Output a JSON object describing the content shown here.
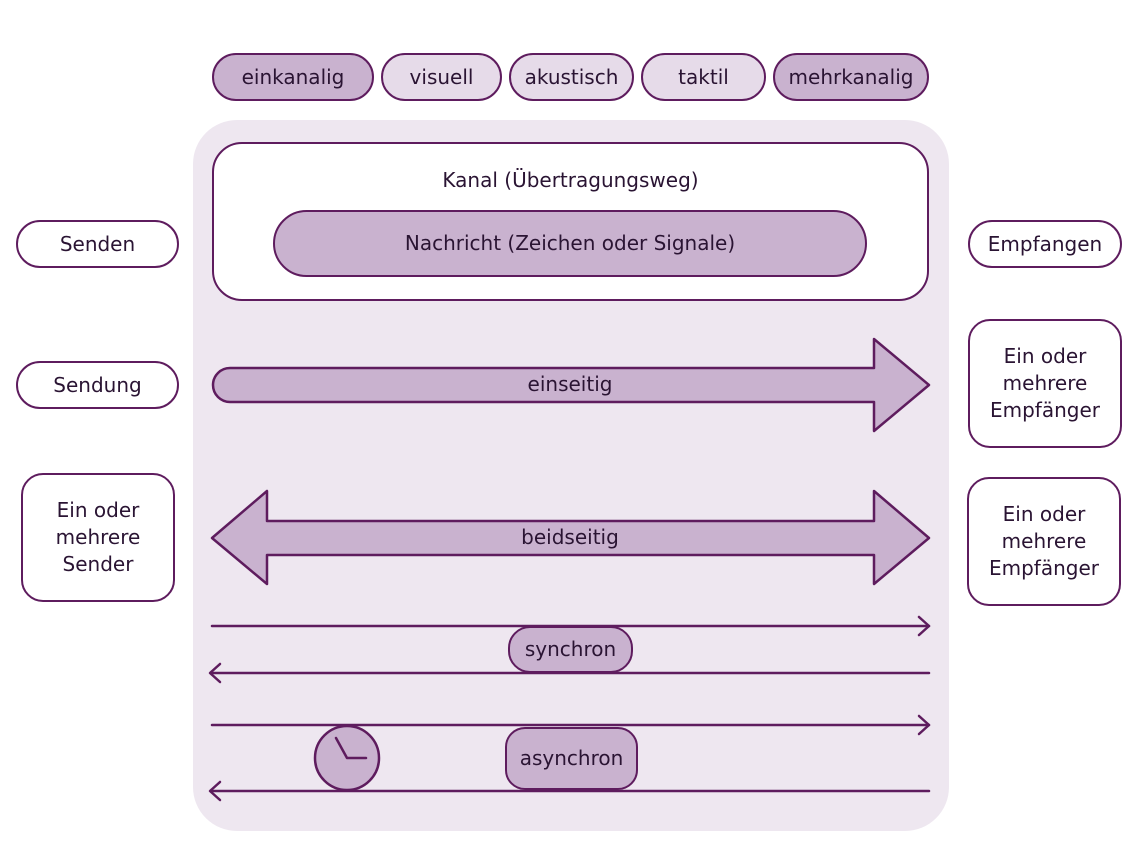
{
  "channel_types": [
    "einkanalig",
    "visuell",
    "akustisch",
    "taktil",
    "mehrkanalig"
  ],
  "channel": {
    "title": "Kanal (Übertragungsweg)",
    "message": "Nachricht (Zeichen oder Signale)"
  },
  "left": {
    "send": "Senden",
    "shipment": "Sendung",
    "senders": "Ein oder mehrere Sender"
  },
  "right": {
    "receive": "Empfangen",
    "receivers_one_way": "Ein oder mehrere Empfänger",
    "receivers_two_way": "Ein oder mehrere Empfänger"
  },
  "modes": {
    "one_way": "einseitig",
    "two_way": "beidseitig",
    "sync": "synchron",
    "async": "asynchron"
  },
  "icons": {
    "clock": "clock-icon"
  },
  "colors": {
    "outline": "#5e1c5e",
    "fill_dark": "#c9b2cf",
    "fill_light": "#e6dbe9",
    "panel": "#eee7f0"
  }
}
